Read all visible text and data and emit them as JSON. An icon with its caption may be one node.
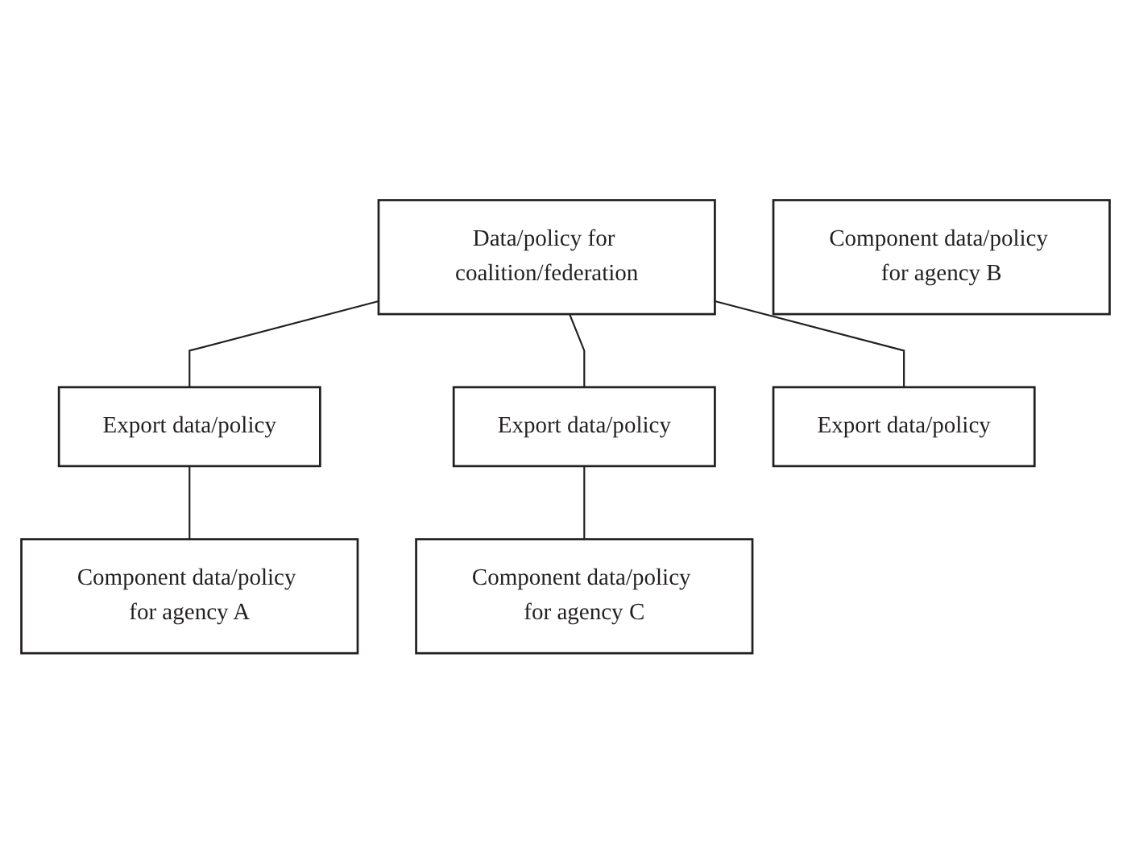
{
  "diagram": {
    "nodes": [
      {
        "text": [
          "Data/policy for coalition/federation"
        ]
      },
      {
        "text": [
          "Export data/policy"
        ]
      },
      {
        "text": [
          "Export data/policy"
        ]
      },
      {
        "text": [
          "Export data/policy"
        ]
      },
      {
        "text": [
          "Component data/policy for agency A"
        ]
      },
      {
        "text": [
          "Component data/policy for agency C"
        ]
      },
      {
        "text": [
          "Component data/policy for agency B"
        ]
      }
    ],
    "edges": [
      {
        "from": 0,
        "to": 1,
        "arrow": "none"
      },
      {
        "from": 0,
        "to": 3,
        "arrow": "none"
      },
      {
        "from": 0,
        "to": 2,
        "arrow": "none"
      },
      {
        "from": 1,
        "to": 4,
        "arrow": "none"
      },
      {
        "from": 2,
        "to": 5,
        "arrow": "none"
      }
    ]
  }
}
